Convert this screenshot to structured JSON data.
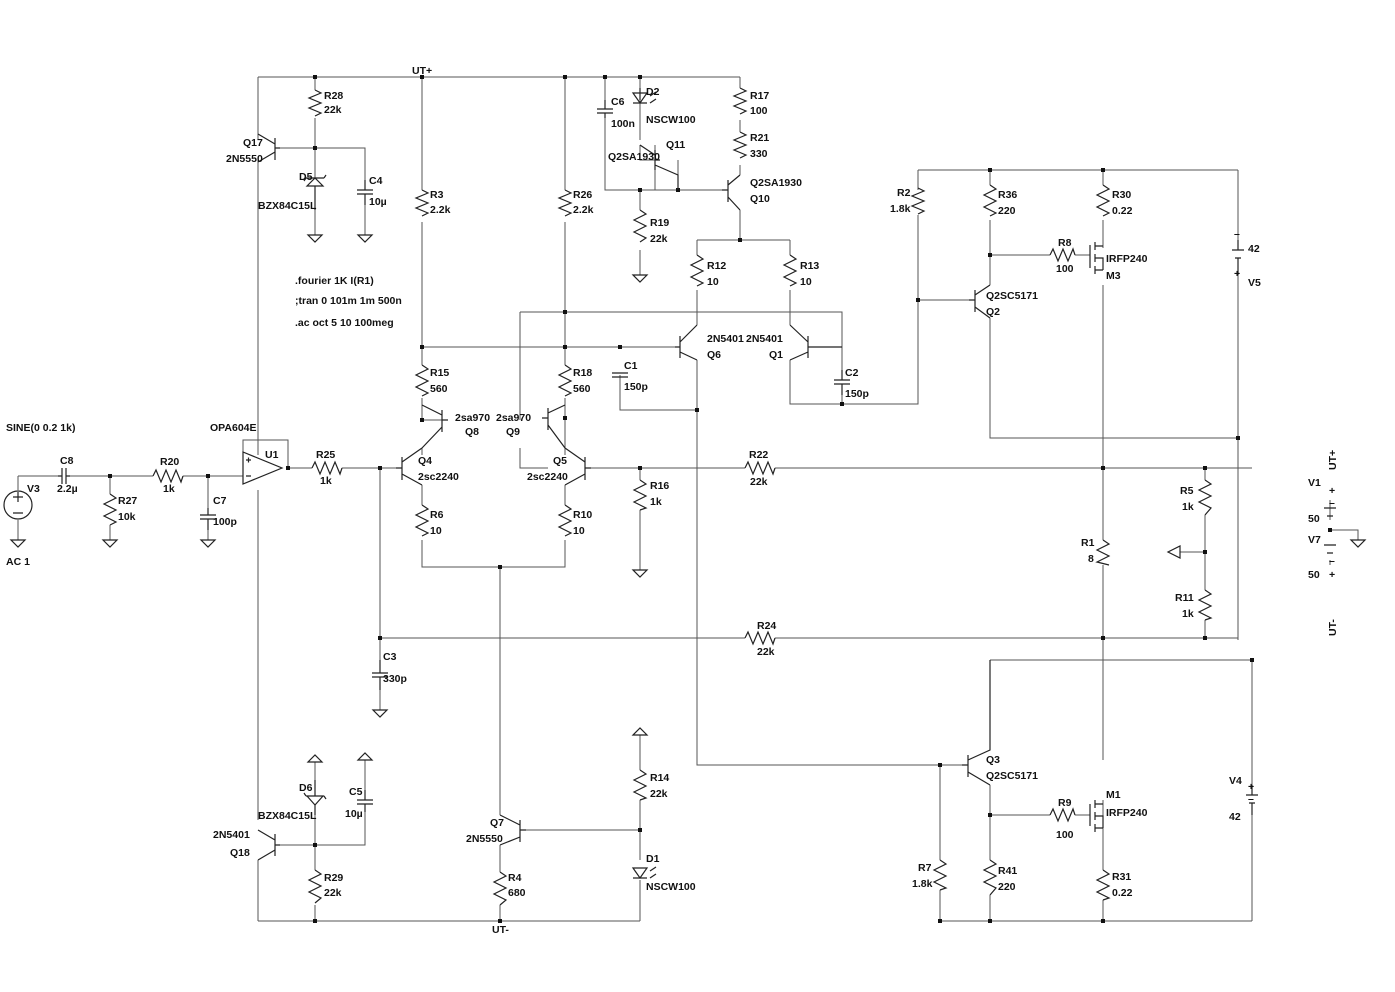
{
  "nets": {
    "ut_plus": "UT+",
    "ut_minus": "UT-"
  },
  "directives": [
    ".fourier 1K I(R1)",
    ";tran 0 101m 1m 500n",
    ".ac oct 5 10 100meg"
  ],
  "source": {
    "name": "V3",
    "value": "SINE(0 0.2 1k)",
    "ac": "AC 1"
  },
  "opamp": {
    "name": "U1",
    "model": "OPA604E"
  },
  "resistors": {
    "R28": "22k",
    "R3": "2.2k",
    "R26": "2.2k",
    "R17": "100",
    "R21": "330",
    "R19": "22k",
    "R12": "10",
    "R13": "10",
    "R2": "1.8k",
    "R36": "220",
    "R30": "0.22",
    "R8": "100",
    "R15": "560",
    "R18": "560",
    "R20": "1k",
    "R27": "10k",
    "R25": "1k",
    "R6": "10",
    "R10": "10",
    "R16": "1k",
    "R22": "22k",
    "R5": "1k",
    "R1": "8",
    "R11": "1k",
    "R24": "22k",
    "R14": "22k",
    "R4": "680",
    "R29": "22k",
    "R9": "100",
    "R7": "1.8k",
    "R41": "220",
    "R31": "0.22"
  },
  "capacitors": {
    "C6": "100n",
    "C4": "10µ",
    "C1": "150p",
    "C2": "150p",
    "C8": "2.2µ",
    "C7": "100p",
    "C3": "330p",
    "C5": "10µ"
  },
  "transistors": {
    "Q17": "2N5550",
    "Q18": "2N5401",
    "Q11": "Q2SA1930",
    "Q10": "Q2SA1930",
    "Q6": "2N5401",
    "Q1": "2N5401",
    "Q2": "Q2SC5171",
    "Q3": "Q2SC5171",
    "Q8": "2sa970",
    "Q9": "2sa970",
    "Q4": "2sc2240",
    "Q5": "2sc2240",
    "Q7": "2N5550",
    "M3": "IRFP240",
    "M1": "IRFP240"
  },
  "diodes": {
    "D2": "NSCW100",
    "D1": "NSCW100",
    "D5": "BZX84C15L",
    "D6": "BZX84C15L"
  },
  "supplies": {
    "V5": "42",
    "V4": "42",
    "V1": "50",
    "V7": "50"
  }
}
